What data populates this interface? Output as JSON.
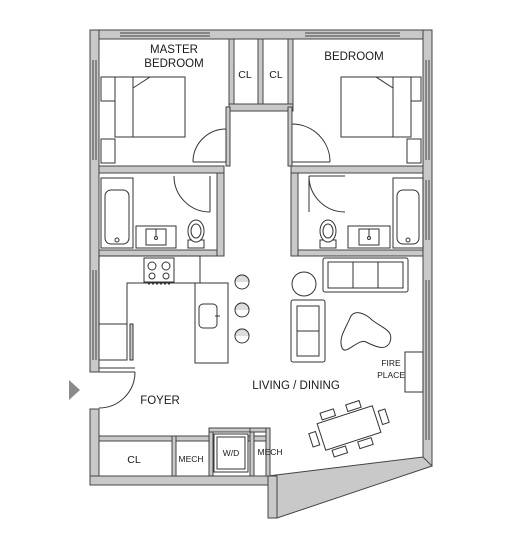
{
  "rooms": {
    "master_bedroom": {
      "line1": "MASTER",
      "line2": "BEDROOM"
    },
    "bedroom": "BEDROOM",
    "closet_left": "CL",
    "closet_right": "CL",
    "living_dining": "LIVING / DINING",
    "fire_place": {
      "line1": "FIRE",
      "line2": "PLACE"
    },
    "foyer": "FOYER",
    "closet_foyer": "CL",
    "mech_left": "MECH",
    "washer_dryer": "W/D",
    "mech_right": "MECH"
  },
  "icons": {
    "entry": "entry-arrow-icon",
    "stove": "stove-icon",
    "sink": "sink-icon",
    "toilet": "toilet-icon",
    "bathtub": "bathtub-icon",
    "bed": "bed-icon",
    "sofa": "sofa-icon",
    "table": "dining-table-icon",
    "door": "door-swing-icon"
  },
  "colors": {
    "wall_fill": "#c9c9c9",
    "wall_stroke": "#444444",
    "line": "#333333",
    "background": "#ffffff"
  }
}
